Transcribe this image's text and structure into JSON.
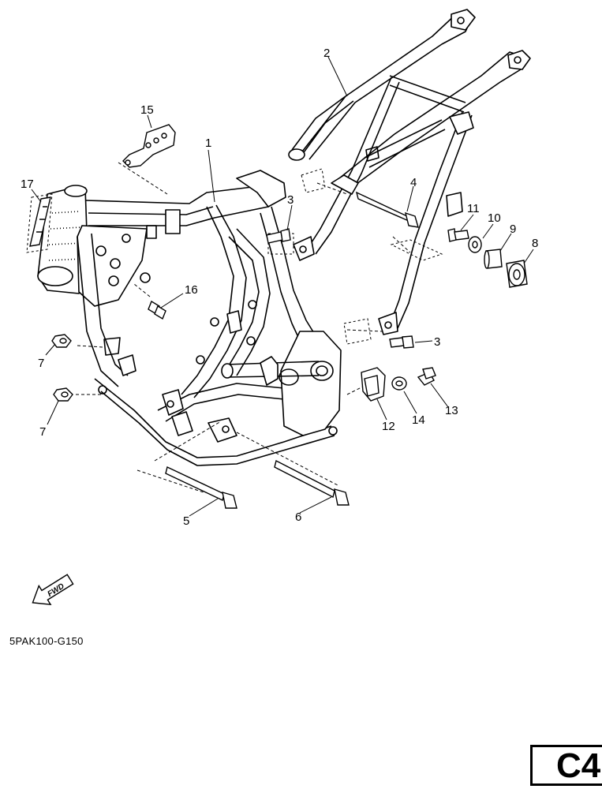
{
  "diagram": {
    "callouts": [
      {
        "id": "c1",
        "number": "1"
      },
      {
        "id": "c2",
        "number": "2"
      },
      {
        "id": "c3a",
        "number": "3"
      },
      {
        "id": "c3b",
        "number": "3"
      },
      {
        "id": "c4",
        "number": "4"
      },
      {
        "id": "c5",
        "number": "5"
      },
      {
        "id": "c6",
        "number": "6"
      },
      {
        "id": "c7a",
        "number": "7"
      },
      {
        "id": "c7b",
        "number": "7"
      },
      {
        "id": "c8",
        "number": "8"
      },
      {
        "id": "c9",
        "number": "9"
      },
      {
        "id": "c10",
        "number": "10"
      },
      {
        "id": "c11",
        "number": "11"
      },
      {
        "id": "c12",
        "number": "12"
      },
      {
        "id": "c13",
        "number": "13"
      },
      {
        "id": "c14",
        "number": "14"
      },
      {
        "id": "c15",
        "number": "15"
      },
      {
        "id": "c16",
        "number": "16"
      },
      {
        "id": "c17",
        "number": "17"
      }
    ],
    "fwd_label": "FWD",
    "document_code": "5PAK100-G150",
    "page_tab": "C4"
  }
}
